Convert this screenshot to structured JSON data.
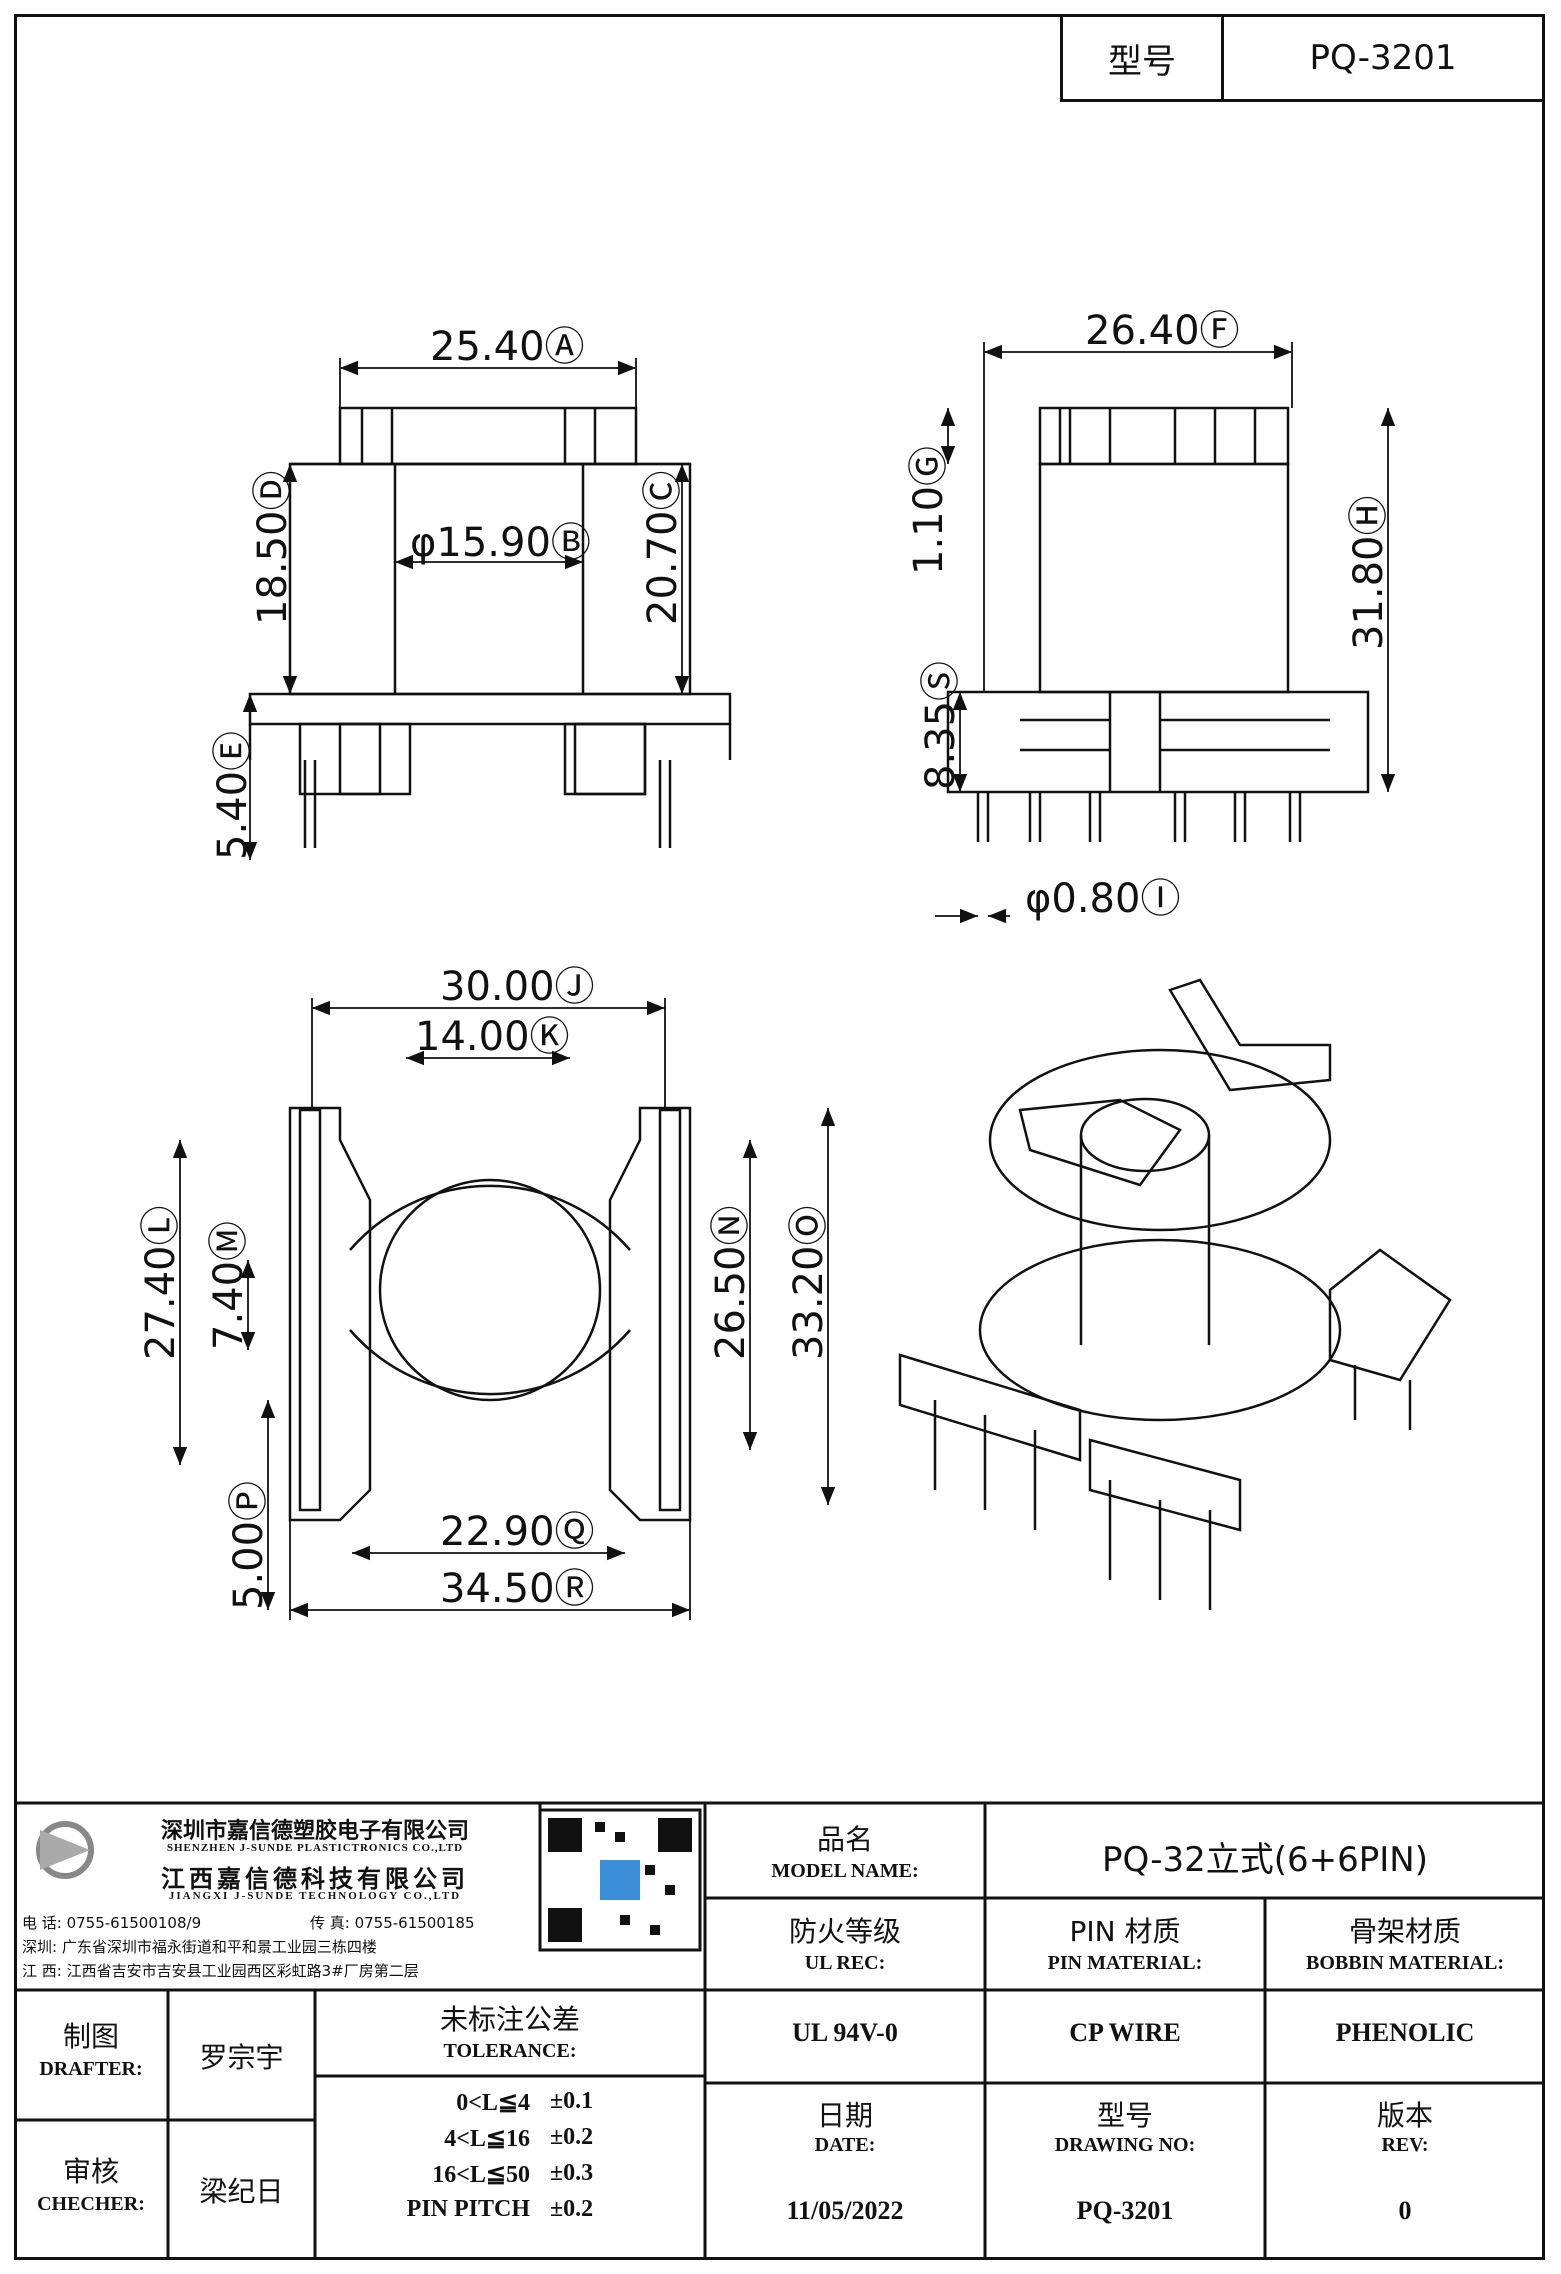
{
  "header": {
    "model_label": "型号",
    "model_value": "PQ-3201"
  },
  "dimensions": {
    "A": "25.40",
    "B": "15.90",
    "C": "20.70",
    "D": "18.50",
    "E": "5.40",
    "F": "26.40",
    "G": "1.10",
    "H": "31.80",
    "S": "8.35",
    "I": "0.80",
    "J": "30.00",
    "K": "14.00",
    "L": "27.40",
    "M": "7.40",
    "N": "26.50",
    "O": "33.20",
    "P": "5.00",
    "Q": "22.90",
    "R": "34.50"
  },
  "phi": "φ",
  "company": {
    "name_sz": "深圳市嘉信德塑胶电子有限公司",
    "name_sz_en": "SHENZHEN J-SUNDE PLASTICTRONICS CO.,LTD",
    "name_jx": "江西嘉信德科技有限公司",
    "name_jx_en": "JIANGXI J-SUNDE TECHNOLOGY CO.,LTD",
    "phone": "电 话: 0755-61500108/9",
    "fax": "传 真: 0755-61500185",
    "addr_sz": "深圳: 广东省深圳市福永街道和平和景工业园三栋四楼",
    "addr_jx": "江 西: 江西省吉安市吉安县工业园西区彩虹路3#厂房第二层"
  },
  "title_block": {
    "model_name_cn": "品名",
    "model_name_en": "MODEL NAME:",
    "model_name_value": "PQ-32立式(6+6PIN)",
    "ul_cn": "防火等级",
    "ul_en": "UL REC:",
    "ul_value": "UL 94V-0",
    "pin_cn": "PIN 材质",
    "pin_en": "PIN MATERIAL:",
    "pin_value": "CP WIRE",
    "bobbin_cn": "骨架材质",
    "bobbin_en": "BOBBIN MATERIAL:",
    "bobbin_value": "PHENOLIC",
    "drafter_cn": "制图",
    "drafter_en": "DRAFTER:",
    "drafter_value": "罗宗宇",
    "checker_cn": "审核",
    "checker_en": "CHECHER:",
    "checker_value": "梁纪日",
    "tol_cn": "未标注公差",
    "tol_en": "TOLERANCE:",
    "tolerances": [
      {
        "range": "0<L≦4",
        "value": "±0.1"
      },
      {
        "range": "4<L≦16",
        "value": "±0.2"
      },
      {
        "range": "16<L≦50",
        "value": "±0.3"
      },
      {
        "range": "PIN PITCH",
        "value": "±0.2"
      }
    ],
    "date_cn": "日期",
    "date_en": "DATE:",
    "date_value": "11/05/2022",
    "dwg_cn": "型号",
    "dwg_en": "DRAWING NO:",
    "dwg_value": "PQ-3201",
    "rev_cn": "版本",
    "rev_en": "REV:",
    "rev_value": "0"
  }
}
